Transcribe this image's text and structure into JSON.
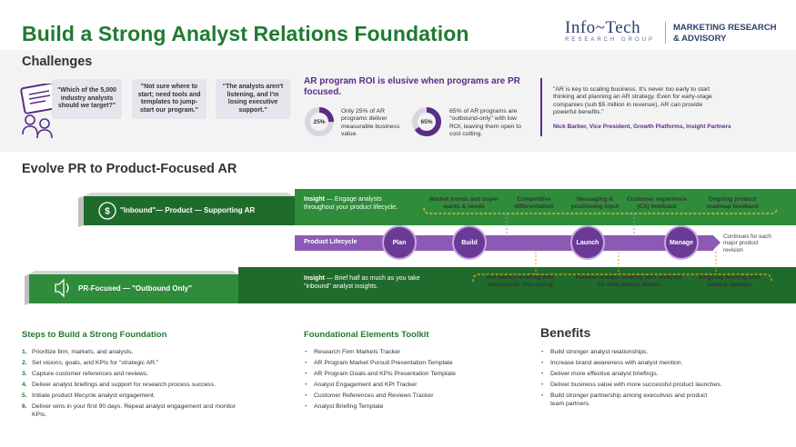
{
  "title": "Build a Strong Analyst Relations Foundation",
  "logo": {
    "main": "Info~Tech",
    "sub": "RESEARCH GROUP",
    "tagline_1": "MARKETING RESEARCH",
    "tagline_2": "& ADVISORY"
  },
  "challenges": {
    "heading": "Challenges",
    "quotes": [
      "\"Which of the 5,000 industry analysts should we target?\"",
      "\"Not sure where to start; need tools and templates to jump-start our program.\"",
      "\"The analysts aren't listening, and I'm losing executive support.\""
    ],
    "roi_heading": "AR program ROI is elusive when programs are PR focused.",
    "stats": [
      {
        "value": "25%",
        "percent": 25,
        "text": "Only 25% of AR programs deliver measurable business value."
      },
      {
        "value": "65%",
        "percent": 65,
        "text": "65% of AR programs are \"outbound-only\" with low ROI, leaving them open to cost cutting."
      }
    ],
    "testimonial": "\"AR is key to scaling business. It's never too early to start thinking and planning an AR strategy. Even for early-stage companies (sub $5 million in revenue), AR can provide powerful benefits.\"",
    "author": "Nick Barber, Vice President, Growth Platforms, Insight Partners"
  },
  "evolve": {
    "heading": "Evolve PR to Product-Focused AR",
    "inbound_label": "\"Inbound\"— Product — Supporting AR",
    "outbound_label": "PR-Focused — \"Outbound Only\"",
    "inbound_insight_bold": "Insight",
    "inbound_insight_text": " — Engage analysts throughout your product lifecycle.",
    "outbound_insight_bold": "Insight",
    "outbound_insight_text": " — Brief half as much as you take \"inbound\" analyst insights.",
    "top_steps": [
      "Market trends and buyer wants & needs",
      "Competitive differentiation",
      "Messaging & positioning input",
      "Customer experience (CX) feedback",
      "Ongoing product roadmap feedback"
    ],
    "lifecycle_label": "Product Lifecycle",
    "phases": [
      "Plan",
      "Build",
      "Launch",
      "Manage"
    ],
    "continues": "Continues for each major product revision",
    "bottom_steps": [
      "Pre-launch briefing with analysts for fine-tuning",
      "Release analyst briefing with analysts for final launch details",
      "Ongoing briefing with analyst updates"
    ]
  },
  "steps": {
    "heading": "Steps to Build a Strong Foundation",
    "items": [
      "Prioritize firm, markets, and analysts.",
      "Set visions, goals, and KPIs for \"strategic AR.\"",
      "Capture customer references and reviews.",
      "Deliver analyst briefings and support for research process success.",
      "Initiate product lifecycle analyst engagement.",
      "Deliver wins in your first 90 days. Repeat analyst engagement and monitor KPIs."
    ]
  },
  "toolkit": {
    "heading": "Foundational Elements Toolkit",
    "items": [
      "Research Firm Markets Tracker",
      "AR Program Market Pursuit Presentation Template",
      "AR Program Goals and KPIs Presentation Template",
      "Analyst Engagement and KPI Tracker",
      "Customer References and Reviews Tracker",
      "Analyst Briefing Template"
    ]
  },
  "benefits": {
    "heading": "Benefits",
    "items": [
      "Build stronger analyst relationships.",
      "Increase brand awareness with analyst mention.",
      "Deliver more effective analyst briefings.",
      "Deliver business value with more successful product launches.",
      "Build stronger partnership among executives and product team partners."
    ]
  },
  "colors": {
    "green": "#1f7a33",
    "purple": "#5a2d86",
    "lifecycle": "#8c5ab5",
    "gold": "#e6a817"
  }
}
